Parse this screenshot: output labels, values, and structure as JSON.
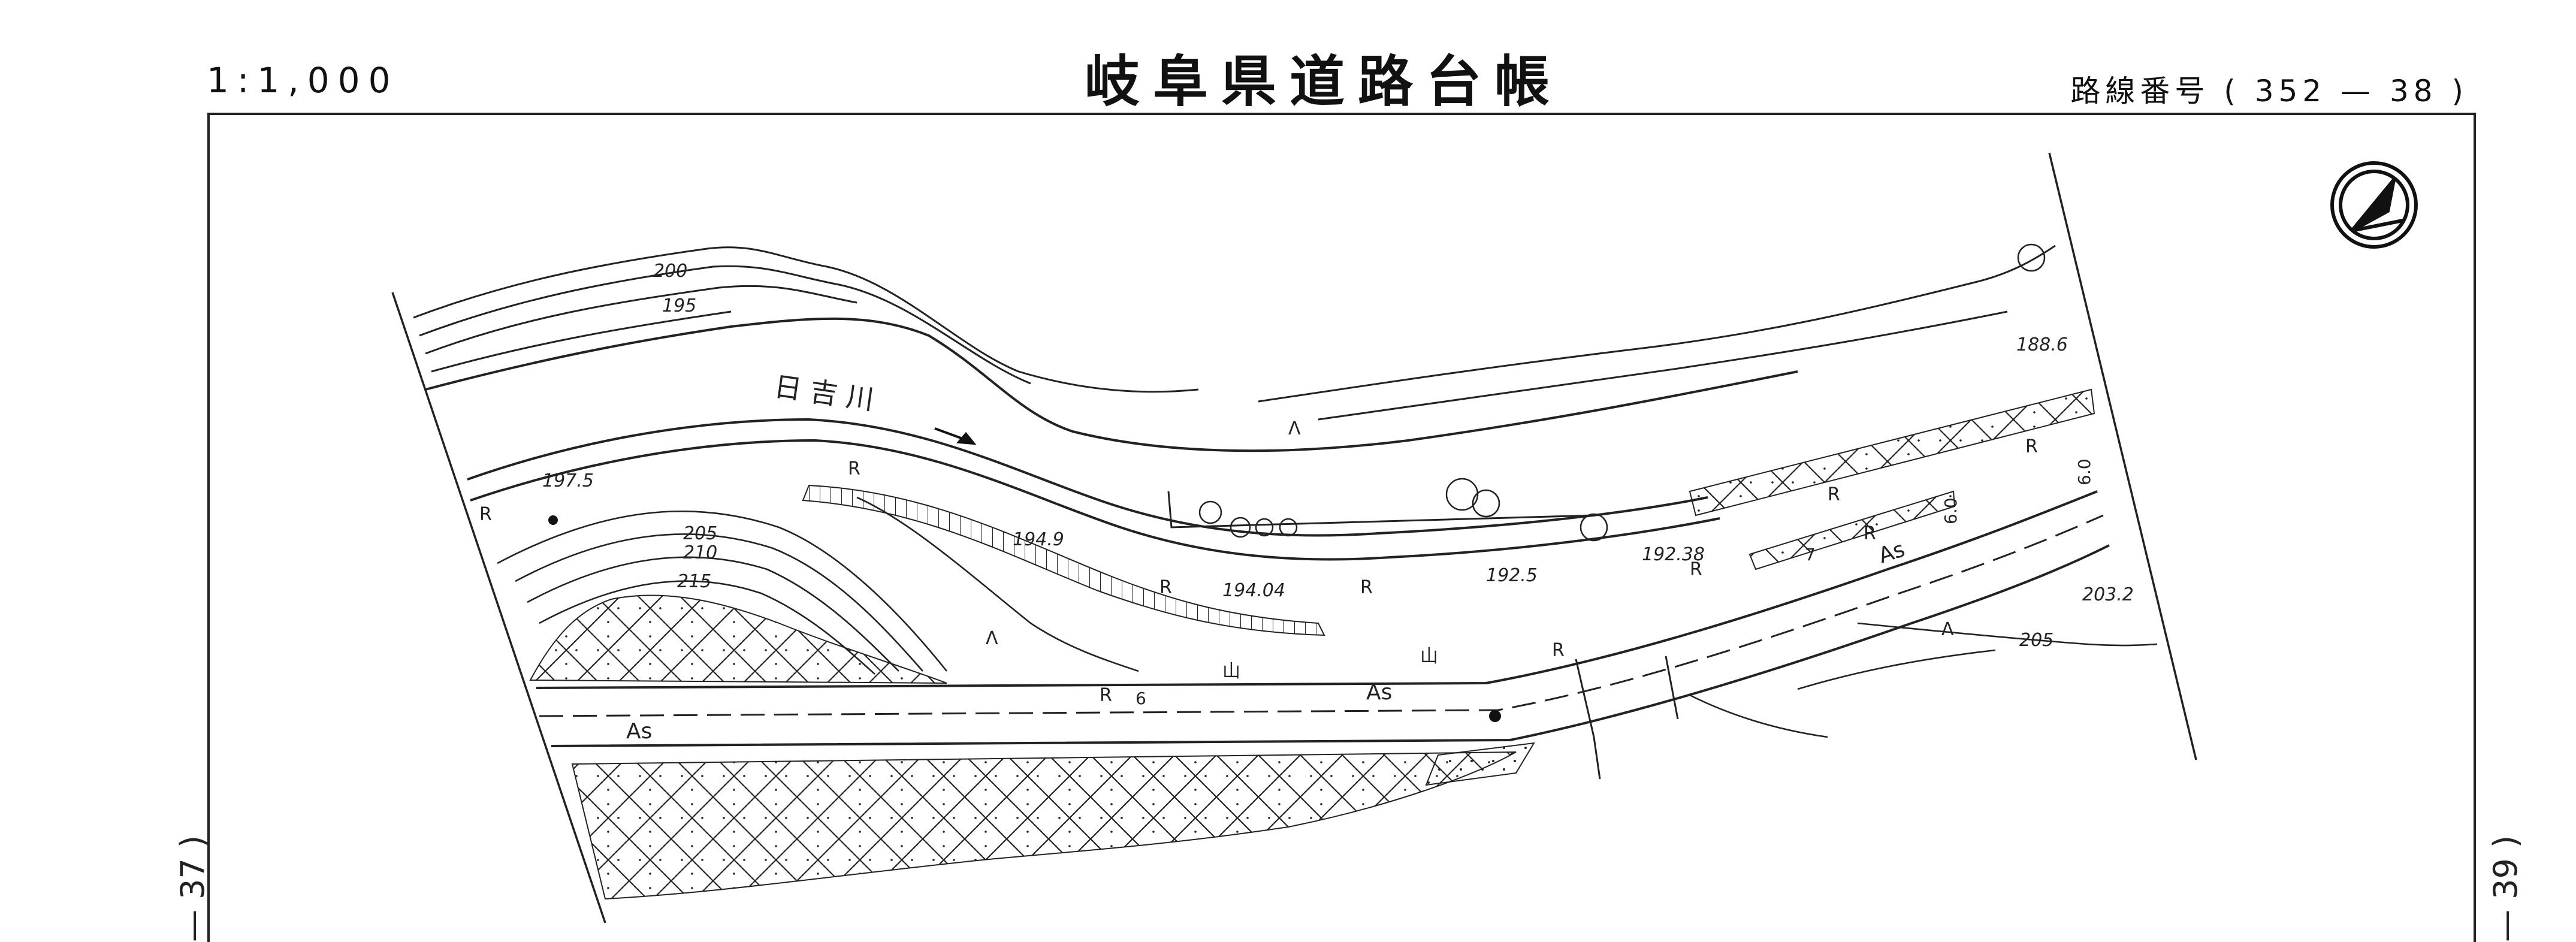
{
  "header": {
    "scale": "1:1,000",
    "title": "岐阜県道路台帳",
    "route_label": "路線番号",
    "route_open": "(",
    "route_number": "352",
    "route_dash": "—",
    "route_sheet": "38",
    "route_close": ")"
  },
  "edge_labels": {
    "previous_sheet": "— 37 )",
    "next_sheet": "— 39 )"
  },
  "map": {
    "river_name": "日 吉 川",
    "road_labels": [
      "As",
      "As",
      "As"
    ],
    "surface_marks": [
      "R",
      "R",
      "R",
      "R",
      "R",
      "R",
      "R",
      "R",
      "R",
      "R"
    ],
    "width_marks": [
      "6",
      "7",
      "6.0",
      "6.0"
    ],
    "contours": [
      "200",
      "195",
      "205",
      "210",
      "215",
      "205"
    ],
    "spot_heights": [
      "197.5",
      "194.9",
      "194.04",
      "192.5",
      "192.38",
      "188.6",
      "203.2"
    ],
    "land_use_marks": [
      "山",
      "山",
      "Λ",
      "Λ",
      "Λ"
    ]
  },
  "icons": {
    "north_arrow": "north-arrow-icon",
    "flow_arrow": "flow-arrow-icon"
  },
  "colors": {
    "ink": "#222222",
    "paper": "#ffffff"
  }
}
